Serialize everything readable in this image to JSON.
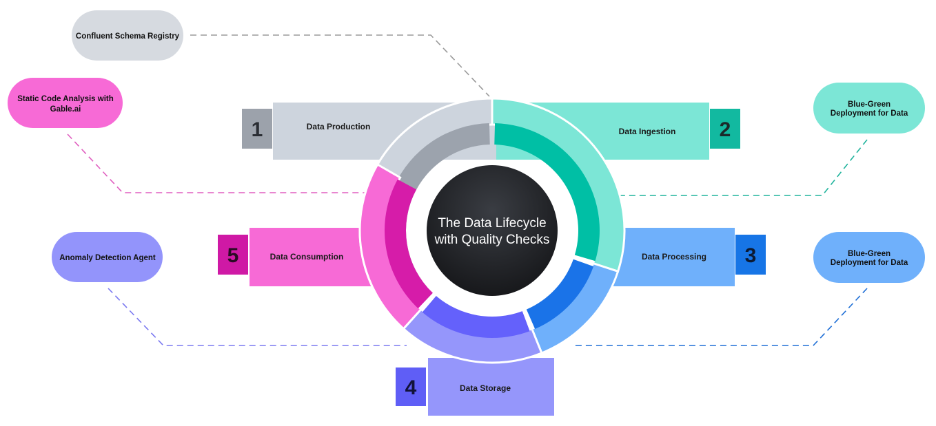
{
  "diagram": {
    "center": {
      "line1": "The Data Lifecycle",
      "line2": "with Quality Checks"
    },
    "stages": [
      {
        "number": "1",
        "label": "Data Production",
        "color": "#cdd4dd",
        "tab_color": "#9ca2ab",
        "ring_inner": "#9ca3ad"
      },
      {
        "number": "2",
        "label": "Data Ingestion",
        "color": "#7ce6d6",
        "tab_color": "#12b9a0",
        "ring_inner": "#00bfa5"
      },
      {
        "number": "3",
        "label": "Data Processing",
        "color": "#6fb0fb",
        "tab_color": "#1775e6",
        "ring_inner": "#1a73e8"
      },
      {
        "number": "4",
        "label": "Data Storage",
        "color": "#9596fb",
        "tab_color": "#5f5ef6",
        "ring_inner": "#6461fb"
      },
      {
        "number": "5",
        "label": "Data Consumption",
        "color": "#f76ad6",
        "tab_color": "#cf19a5",
        "ring_inner": "#d61ca9"
      }
    ],
    "checks": [
      {
        "lines": [
          "Confluent Schema Registry"
        ],
        "color": "#d6dae0",
        "line_color": "#9a9a9a"
      },
      {
        "lines": [
          "Static Code Analysis with",
          "Gable.ai"
        ],
        "color": "#f76ad6",
        "line_color": "#e05fc0"
      },
      {
        "lines": [
          "Blue-Green",
          "Deployment for Data"
        ],
        "color": "#7ce6d6",
        "line_color": "#1fb39c"
      },
      {
        "lines": [
          "Anomaly Detection Agent"
        ],
        "color": "#9394fb",
        "line_color": "#7a78f0"
      },
      {
        "lines": [
          "Blue-Green",
          "Deployment for Data"
        ],
        "color": "#6fb0fb",
        "line_color": "#1f6fd6"
      }
    ],
    "center_color": "#202226"
  }
}
